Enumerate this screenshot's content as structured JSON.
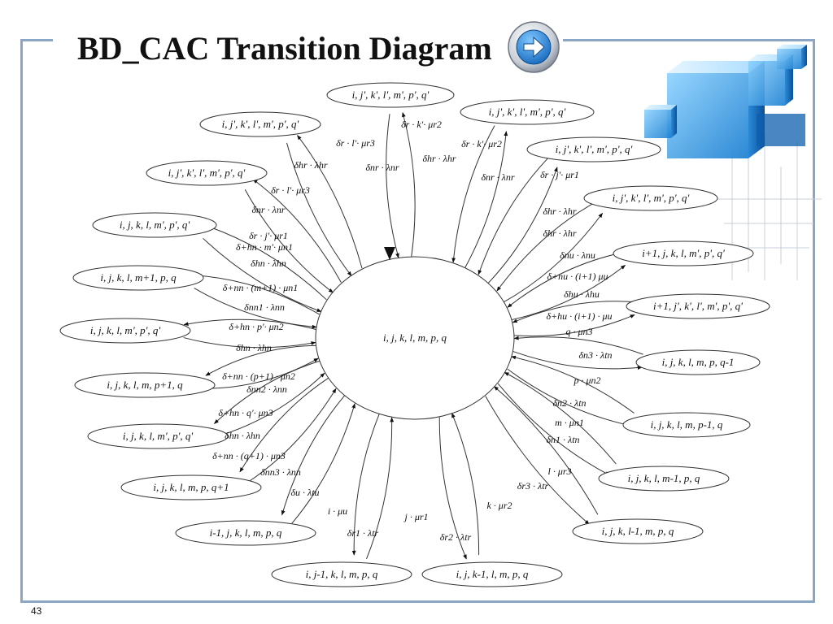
{
  "slide": {
    "title": "BD_CAC Transition Diagram",
    "page_number": "43",
    "accent_color": "#8aa6c4",
    "nav_icon": "arrow-right-icon"
  },
  "diagram": {
    "center_state": "i, j, k, l, m, p, q",
    "states": [
      {
        "id": "s_top",
        "label": "i, j', k', l', m', p', q'"
      },
      {
        "id": "s_tr1",
        "label": "i, j', k', l', m', p', q'"
      },
      {
        "id": "s_tr2",
        "label": "i, j', k', l', m', p', q'"
      },
      {
        "id": "s_tr3",
        "label": "i, j', k', l', m', p', q'"
      },
      {
        "id": "s_r1",
        "label": "i+1, j, k, l, m', p', q'"
      },
      {
        "id": "s_r2",
        "label": "i+1, j', k', l', m', p', q'"
      },
      {
        "id": "s_r3",
        "label": "i, j, k, l, m, p, q-1"
      },
      {
        "id": "s_r4",
        "label": "i, j, k, l, m, p-1, q"
      },
      {
        "id": "s_r5",
        "label": "i, j, k, l, m-1, p, q"
      },
      {
        "id": "s_r6",
        "label": "i, j, k, l-1, m, p, q"
      },
      {
        "id": "s_b1",
        "label": "i, j, k-1, l, m, p, q"
      },
      {
        "id": "s_b2",
        "label": "i, j-1, k, l, m, p, q"
      },
      {
        "id": "s_b3",
        "label": "i-1, j, k, l, m, p, q"
      },
      {
        "id": "s_l1",
        "label": "i, j, k, l, m, p, q+1"
      },
      {
        "id": "s_l2",
        "label": "i, j, k, l, m', p', q'"
      },
      {
        "id": "s_l3",
        "label": "i, j, k, l, m, p+1, q"
      },
      {
        "id": "s_l4",
        "label": "i, j, k, l, m', p', q'"
      },
      {
        "id": "s_l5",
        "label": "i, j, k, l, m+1, p, q"
      },
      {
        "id": "s_l6",
        "label": "i, j, k, l, m', p', q'"
      },
      {
        "id": "s_tl1",
        "label": "i, j', k', l', m', p', q'"
      },
      {
        "id": "s_tl2",
        "label": "i, j', k', l', m', p', q'"
      }
    ],
    "rate_labels": [
      "δr · k'· μr2",
      "δr · k'· μr2",
      "δhr · λhr",
      "δr · l'· μr3",
      "δhr · λhr",
      "δnr · λnr",
      "δnr · λnr",
      "δr · j'· μr1",
      "δhr · λhr",
      "δr · l'· μr3",
      "δnr · λnr",
      "δhr · λhr",
      "δr · j'· μr1",
      "δ+hn · m'· μn1",
      "δnu · λnu",
      "δhn · λhn",
      "δ+nu · (i+1) μu",
      "δ+nn · (m+1) · μn1",
      "δhu · λhu",
      "δnn1 · λnn",
      "δ+hu · (i+1) · μu",
      "δ+hn · p'· μn2",
      "q · μn3",
      "δhn · λhn",
      "δn3 · λtn",
      "δ+nn · (p+1) · μn2",
      "p · μn2",
      "δnn2 · λnn",
      "δn2 · λtn",
      "δ+hn · q'· μn3",
      "m · μn1",
      "δhn · λhn",
      "δn1 · λtn",
      "δ+nn · (q+1) · μn3",
      "l · μr3",
      "δnn3 · λnn",
      "δr3 · λtr",
      "δu · λtu",
      "k · μr2",
      "i · μu",
      "j · μr1",
      "δr1 · λtr",
      "δr2 · λtr"
    ]
  }
}
